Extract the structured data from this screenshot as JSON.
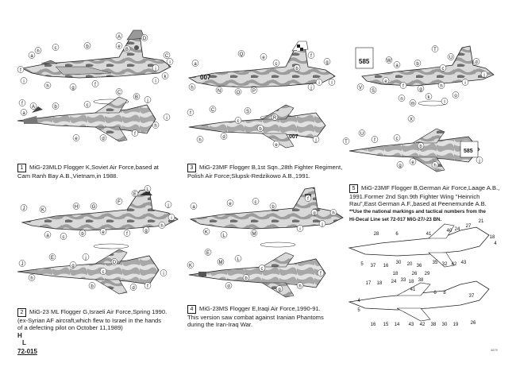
{
  "captions": {
    "c1": {
      "number": "1",
      "lines": [
        "MiG-23MLD Flogger K,Soviet Air Force,based at",
        "Cam Ranh Bay A.B.,Vietnam,in 1988."
      ]
    },
    "c2": {
      "number": "2",
      "lines": [
        "MiG-23 ML Flogger G,Israeli Air Force,Spring 1990.",
        "(ex-Syrian AF aircraft,which flew to Israel in the hands",
        "of a defecting pilot on October 11,1989)"
      ]
    },
    "c3": {
      "number": "3",
      "lines": [
        "MiG-23MF Flogger B,1st Sqn.,28th Fighter Regiment,",
        "Polish Air Force;Slupsk-Redzikowo A.B.,1991."
      ]
    },
    "c4": {
      "number": "4",
      "lines": [
        "MiG-23MS Flogger E,Iraqi Air Force,1990-91.",
        "This version saw combat against Iranian Phantoms",
        "during the Iran-Iraq War."
      ]
    },
    "c5": {
      "number": "5",
      "lines": [
        "MiG-23MF Flogger B,German Air Force,Laage A.B.,",
        "1991.Former 2nd Sqn.9th Fighter Wing \"Heinrich",
        "Rau\",East German A.F.,based at Peenemunde A.B."
      ],
      "note_lines": [
        "**Use the national markings and tactical numbers from the",
        "Hi-Decal Line set 72-017 MiG-27/-23 BN."
      ]
    }
  },
  "brand": {
    "line1": "H",
    "line2": "L"
  },
  "catalog_number": "72-015",
  "print_code": "4879",
  "side_numbers": {
    "polish": "007",
    "german_fin": "585"
  },
  "callouts": {
    "a1": [
      "a",
      "c",
      "b",
      "e",
      "f",
      "g",
      "h",
      "i",
      "l",
      "D",
      "A",
      "B",
      "C",
      "j",
      "h",
      "f",
      "k",
      "i"
    ],
    "a1b": [
      "f",
      "A",
      "b",
      "c",
      "a",
      "C",
      "B",
      "j",
      "h",
      "f",
      "e",
      "i",
      "d"
    ],
    "a2": [
      "J",
      "K",
      "H",
      "G",
      "F",
      "E",
      "L",
      "a",
      "c",
      "b",
      "e",
      "f",
      "g",
      "h",
      "i",
      "j"
    ],
    "a2b": [
      "E",
      "D",
      "J",
      "j",
      "g",
      "c",
      "b",
      "d",
      "f",
      "h",
      "i"
    ],
    "a3": [
      "a",
      "Q",
      "e",
      "c",
      "b",
      "f",
      "g",
      "h",
      "N",
      "O",
      "P",
      "j",
      "i",
      "l"
    ],
    "a3b": [
      "f",
      "C",
      "S",
      "R",
      "c",
      "b",
      "d",
      "h",
      "e",
      "j"
    ],
    "a4": [
      "a",
      "e",
      "c",
      "b",
      "f",
      "g",
      "h",
      "K",
      "L",
      "M",
      "i",
      "j"
    ],
    "a4b": [
      "E",
      "M",
      "K",
      "L",
      "c",
      "b",
      "d",
      "g",
      "h",
      "f"
    ],
    "a5": [
      "W",
      "T",
      "U",
      "V",
      "S",
      "X",
      "a",
      "b",
      "c",
      "d",
      "e",
      "f",
      "g",
      "h",
      "i",
      "j",
      "k",
      "l",
      "m",
      "n",
      "o"
    ],
    "a5b": [
      "T",
      "U",
      "f",
      "c",
      "b",
      "e",
      "g",
      "h",
      "j"
    ],
    "stencils_top": [
      "28",
      "6",
      "41",
      "40",
      "24",
      "27",
      "21",
      "18",
      "4",
      "5",
      "37",
      "16",
      "30",
      "20",
      "36",
      "35",
      "32",
      "42",
      "43",
      "18",
      "26",
      "29",
      "33",
      "38"
    ],
    "stencils_bottom": [
      "17",
      "18",
      "24",
      "18",
      "41",
      "6",
      "8",
      "37",
      "4",
      "5",
      "16",
      "15",
      "14",
      "43",
      "42",
      "38",
      "30",
      "19",
      "26"
    ]
  }
}
